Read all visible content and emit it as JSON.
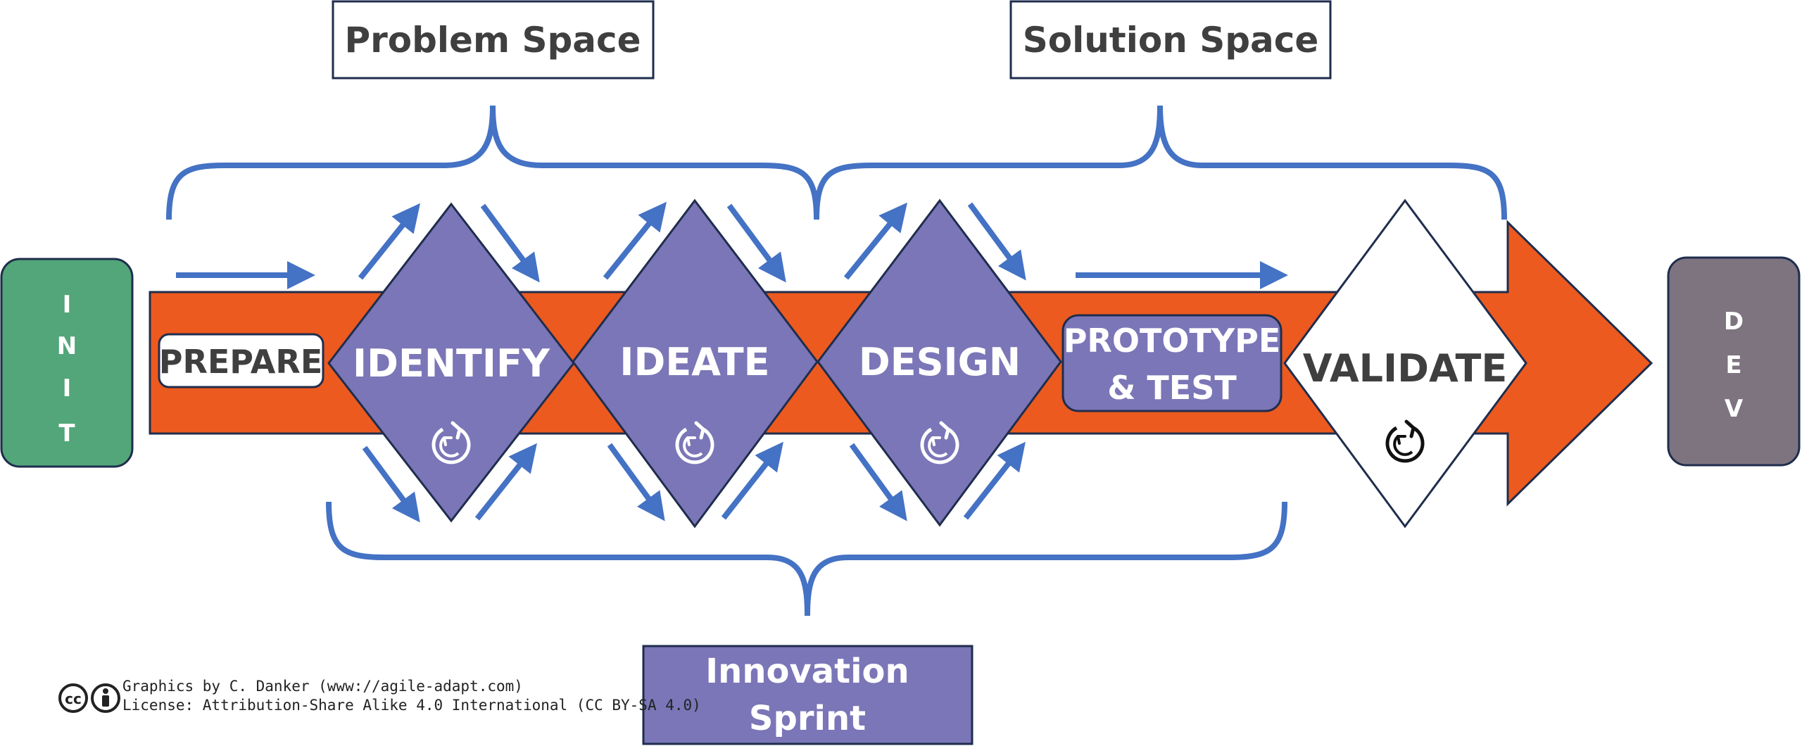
{
  "top_boxes": {
    "problem_space": "Problem Space",
    "solution_space": "Solution Space"
  },
  "bottom_box": {
    "line1": "Innovation",
    "line2": "Sprint"
  },
  "init_bar": {
    "letters": [
      "I",
      "N",
      "I",
      "T"
    ]
  },
  "dev_bar": {
    "letters": [
      "D",
      "E",
      "V"
    ]
  },
  "stages": {
    "prepare": "PREPARE",
    "identify": "IDENTIFY",
    "ideate": "IDEATE",
    "design": "DESIGN",
    "prototype_line1": "PROTOTYPE",
    "prototype_line2": "& TEST",
    "validate": "VALIDATE"
  },
  "credits": {
    "line1": "Graphics by C. Danker (www://agile-adapt.com)",
    "line2": "License: Attribution-Share Alike 4.0 International (CC BY-SA 4.0)",
    "cc_badge": "cc"
  },
  "colors": {
    "orange": "#ec5a1f",
    "purple": "#7b76b7",
    "blue_arrow": "#4472c4",
    "init_green": "#52a679",
    "dev_gray": "#7d7480",
    "outline": "#1f2d4d",
    "text_dark": "#3f3f3f"
  },
  "icons": {
    "cycle": "cycle-arrows-icon",
    "cc": "creative-commons-icon",
    "attribution": "attribution-person-icon"
  }
}
